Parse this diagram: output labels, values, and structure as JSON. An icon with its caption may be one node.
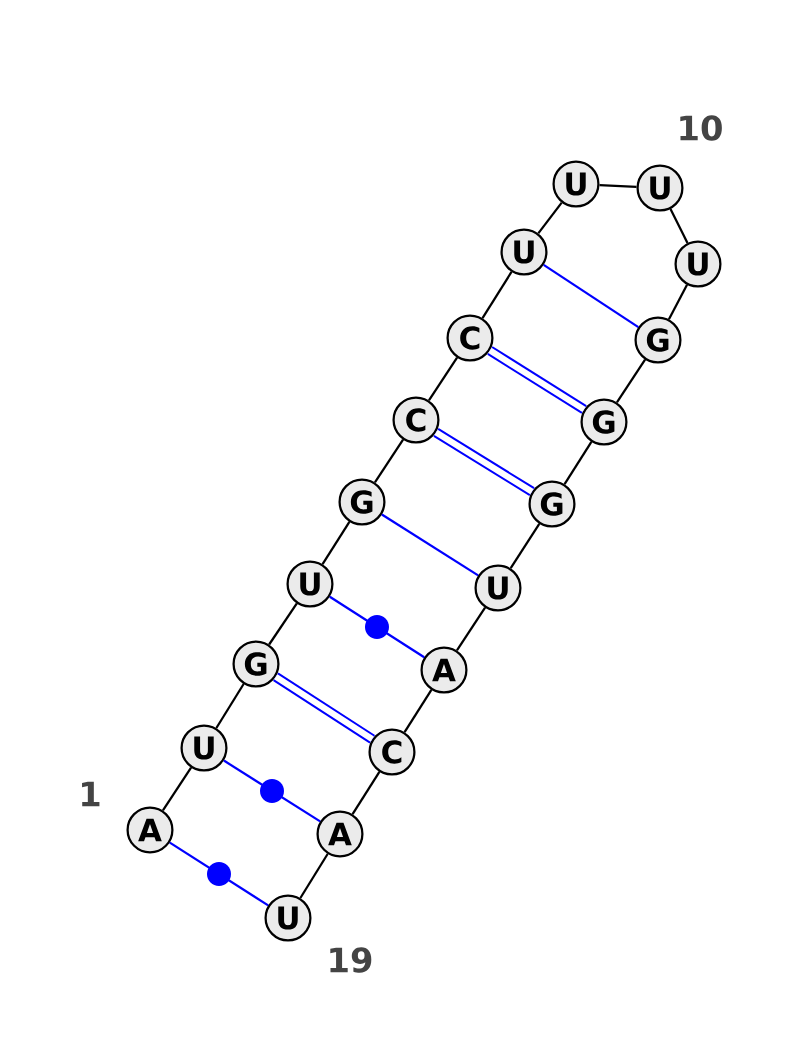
{
  "diagram": {
    "nodes": [
      {
        "text": [
          "A"
        ],
        "beside": [
          "1"
        ]
      },
      {
        "text": [
          "U"
        ]
      },
      {
        "text": [
          "G"
        ]
      },
      {
        "text": [
          "U"
        ]
      },
      {
        "text": [
          "G"
        ]
      },
      {
        "text": [
          "C"
        ]
      },
      {
        "text": [
          "C"
        ]
      },
      {
        "text": [
          "U"
        ]
      },
      {
        "text": [
          "U"
        ]
      },
      {
        "text": [
          "U"
        ],
        "beside": [
          "10"
        ]
      },
      {
        "text": [
          "U"
        ]
      },
      {
        "text": [
          "G"
        ]
      },
      {
        "text": [
          "G"
        ]
      },
      {
        "text": [
          "G"
        ]
      },
      {
        "text": [
          "U"
        ]
      },
      {
        "text": [
          "A"
        ]
      },
      {
        "text": [
          "C"
        ]
      },
      {
        "text": [
          "A"
        ]
      },
      {
        "text": [
          "U"
        ],
        "beside": [
          "19"
        ]
      }
    ],
    "edges": [
      {
        "from": 0,
        "to": 1,
        "arrow": "none"
      },
      {
        "from": 1,
        "to": 2,
        "arrow": "none"
      },
      {
        "from": 2,
        "to": 3,
        "arrow": "none"
      },
      {
        "from": 3,
        "to": 4,
        "arrow": "none"
      },
      {
        "from": 4,
        "to": 5,
        "arrow": "none"
      },
      {
        "from": 5,
        "to": 6,
        "arrow": "none"
      },
      {
        "from": 6,
        "to": 7,
        "arrow": "none"
      },
      {
        "from": 7,
        "to": 8,
        "arrow": "none"
      },
      {
        "from": 8,
        "to": 9,
        "arrow": "none"
      },
      {
        "from": 9,
        "to": 10,
        "arrow": "none"
      },
      {
        "from": 10,
        "to": 11,
        "arrow": "none"
      },
      {
        "from": 11,
        "to": 12,
        "arrow": "none"
      },
      {
        "from": 12,
        "to": 13,
        "arrow": "none"
      },
      {
        "from": 13,
        "to": 14,
        "arrow": "none"
      },
      {
        "from": 14,
        "to": 15,
        "arrow": "none"
      },
      {
        "from": 15,
        "to": 16,
        "arrow": "none"
      },
      {
        "from": 16,
        "to": 17,
        "arrow": "none"
      },
      {
        "from": 17,
        "to": 18,
        "arrow": "none"
      },
      {
        "from": 0,
        "to": 18,
        "arrow": "none",
        "color": "#0000ff"
      },
      {
        "from": 1,
        "to": 17,
        "arrow": "none",
        "color": "#0000ff"
      },
      {
        "from": 2,
        "to": 16,
        "arrow": "none",
        "style": "thick",
        "color": "#0000ff"
      },
      {
        "from": 3,
        "to": 15,
        "arrow": "none",
        "color": "#0000ff"
      },
      {
        "from": 4,
        "to": 14,
        "arrow": "none",
        "color": "#0000ff"
      },
      {
        "from": 5,
        "to": 13,
        "arrow": "none",
        "style": "thick",
        "color": "#0000ff"
      },
      {
        "from": 6,
        "to": 12,
        "arrow": "none",
        "style": "thick",
        "color": "#0000ff"
      },
      {
        "from": 7,
        "to": 11,
        "arrow": "none",
        "color": "#0000ff"
      }
    ]
  }
}
